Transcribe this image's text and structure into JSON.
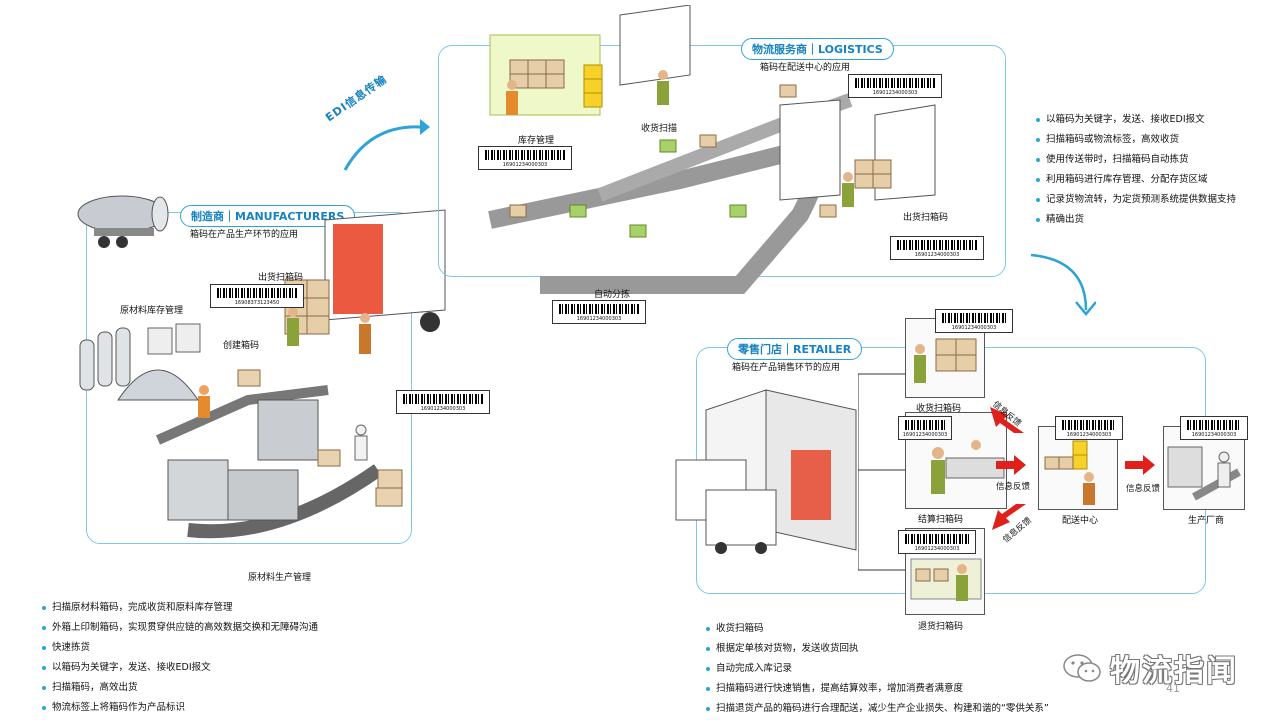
{
  "manufacturers": {
    "title": "制造商｜MANUFACTURERS",
    "subtitle": "箱码在产品生产环节的应用",
    "labels": {
      "raw_stock": "原材料库存管理",
      "create_code": "创建箱码",
      "ship_scan": "出货扫箱码",
      "raw_production": "原材料生产管理"
    },
    "barcodes": [
      "16908373123450",
      "16901234000303"
    ]
  },
  "logistics": {
    "title": "物流服务商｜LOGISTICS",
    "subtitle": "箱码在配送中心的应用",
    "labels": {
      "inventory": "库存管理",
      "receive_scan": "收货扫描",
      "ship_scan": "出货扫箱码",
      "auto_sort": "自动分拣"
    },
    "barcodes": [
      "16901234000303",
      "16901234000303",
      "16901234000303",
      "16901234000303"
    ]
  },
  "edi": {
    "text": "EDI信息传输"
  },
  "logistics_points": [
    "以箱码为关键字，发送、接收EDI报文",
    "扫描箱码或物流标签，高效收货",
    "使用传送带时，扫描箱码自动拣货",
    "利用箱码进行库存管理、分配存货区域",
    "记录货物流转，为定货预测系统提供数据支持",
    "精确出货"
  ],
  "retailer": {
    "title": "零售门店｜RETAILER",
    "subtitle": "箱码在产品销售环节的应用",
    "labels": {
      "receive": "收货扫箱码",
      "checkout": "结算扫箱码",
      "return": "退货扫箱码",
      "dc": "配送中心",
      "factory": "生产厂商",
      "feedback": "信息反馈"
    },
    "barcodes": [
      "16901234000303",
      "16901234000303",
      "16901234000303",
      "16901234000303",
      "16901234000303"
    ]
  },
  "manufacturer_points": [
    "扫描原材料箱码，完成收货和原料库存管理",
    "外箱上印制箱码，实现贯穿供应链的高效数据交换和无障碍沟通",
    "快速拣货",
    "以箱码为关键字，发送、接收EDI报文",
    "扫描箱码，高效出货",
    "物流标签上将箱码作为产品标识"
  ],
  "retailer_points": [
    "收货扫箱码",
    "根据定单核对货物，发送收货回执",
    "自动完成入库记录",
    "扫描箱码进行快速销售，提高结算效率，增加消费者满意度",
    "扫描退货产品的箱码进行合理配送，减少生产企业损失、构建和谐的“零供关系”"
  ],
  "brand": {
    "name": "物流指闻"
  },
  "page_number": "41",
  "colors": {
    "accent": "#2ea3d6",
    "panel_border": "#7ec8e6",
    "arrow_red": "#e0201b"
  }
}
